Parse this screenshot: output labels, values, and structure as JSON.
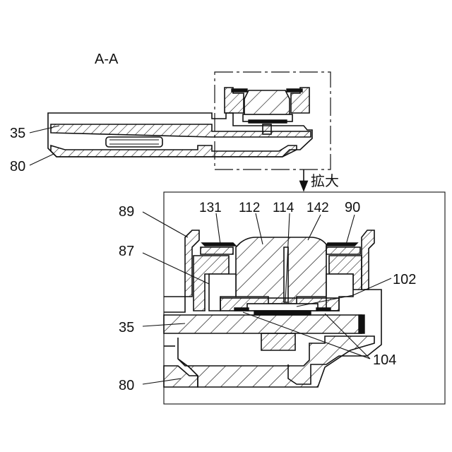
{
  "section_title": "A-A",
  "enlarge_label": "拡大",
  "labels": {
    "l35_top": "35",
    "l80_top": "80",
    "l89": "89",
    "l131": "131",
    "l112": "112",
    "l114": "114",
    "l142": "142",
    "l90": "90",
    "l87": "87",
    "l102": "102",
    "l35_bottom": "35",
    "l104": "104",
    "l80_bottom": "80"
  }
}
